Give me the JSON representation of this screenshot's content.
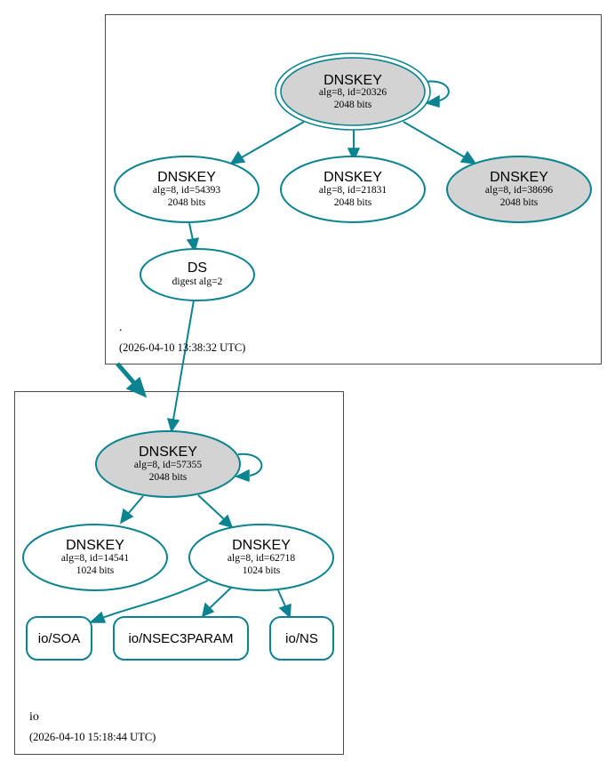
{
  "colors": {
    "edge": "#0b8390",
    "shaded_fill": "#d3d3d3",
    "plain_fill": "#ffffff",
    "zone_border": "#4a4a4a"
  },
  "root_zone": {
    "name": ".",
    "timestamp": "(2026-04-10 13:38:32 UTC)",
    "ksk": {
      "title": "DNSKEY",
      "line1": "alg=8, id=20326",
      "line2": "2048 bits"
    },
    "zsk_a": {
      "title": "DNSKEY",
      "line1": "alg=8, id=54393",
      "line2": "2048 bits"
    },
    "zsk_b": {
      "title": "DNSKEY",
      "line1": "alg=8, id=21831",
      "line2": "2048 bits"
    },
    "ksk_b": {
      "title": "DNSKEY",
      "line1": "alg=8, id=38696",
      "line2": "2048 bits"
    },
    "ds": {
      "title": "DS",
      "line1": "digest alg=2"
    }
  },
  "io_zone": {
    "name": "io",
    "timestamp": "(2026-04-10 15:18:44 UTC)",
    "ksk": {
      "title": "DNSKEY",
      "line1": "alg=8, id=57355",
      "line2": "2048 bits"
    },
    "zsk_a": {
      "title": "DNSKEY",
      "line1": "alg=8, id=14541",
      "line2": "1024 bits"
    },
    "zsk_b": {
      "title": "DNSKEY",
      "line1": "alg=8, id=62718",
      "line2": "1024 bits"
    },
    "records": {
      "soa": "io/SOA",
      "nsec3param": "io/NSEC3PARAM",
      "ns": "io/NS"
    }
  }
}
